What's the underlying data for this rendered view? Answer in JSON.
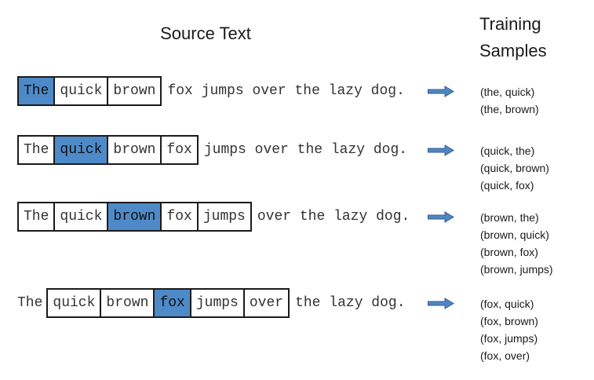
{
  "headers": {
    "source": "Source Text",
    "training": "Training Samples"
  },
  "colors": {
    "highlight": "#4e8ac8",
    "box_border": "#1b1b1b",
    "arrow_fill": "#4e86c2",
    "arrow_stroke": "#365f91"
  },
  "sentence": "The quick brown fox jumps over the lazy dog.",
  "rows": [
    {
      "before": "",
      "window": [
        "The",
        "quick",
        "brown"
      ],
      "center": "The",
      "after": "fox jumps over the lazy dog.",
      "samples": [
        "(the, quick)",
        "(the, brown)"
      ]
    },
    {
      "before": "",
      "window": [
        "The",
        "quick",
        "brown",
        "fox"
      ],
      "center": "quick",
      "after": "jumps over the lazy dog.",
      "samples": [
        "(quick, the)",
        "(quick, brown)",
        "(quick, fox)"
      ]
    },
    {
      "before": "",
      "window": [
        "The",
        "quick",
        "brown",
        "fox",
        "jumps"
      ],
      "center": "brown",
      "after": "over the lazy dog.",
      "samples": [
        "(brown, the)",
        "(brown, quick)",
        "(brown, fox)",
        "(brown, jumps)"
      ]
    },
    {
      "before": "The",
      "window": [
        "quick",
        "brown",
        "fox",
        "jumps",
        "over"
      ],
      "center": "fox",
      "after": "the lazy dog.",
      "samples": [
        "(fox, quick)",
        "(fox, brown)",
        "(fox, jumps)",
        "(fox, over)"
      ]
    }
  ]
}
